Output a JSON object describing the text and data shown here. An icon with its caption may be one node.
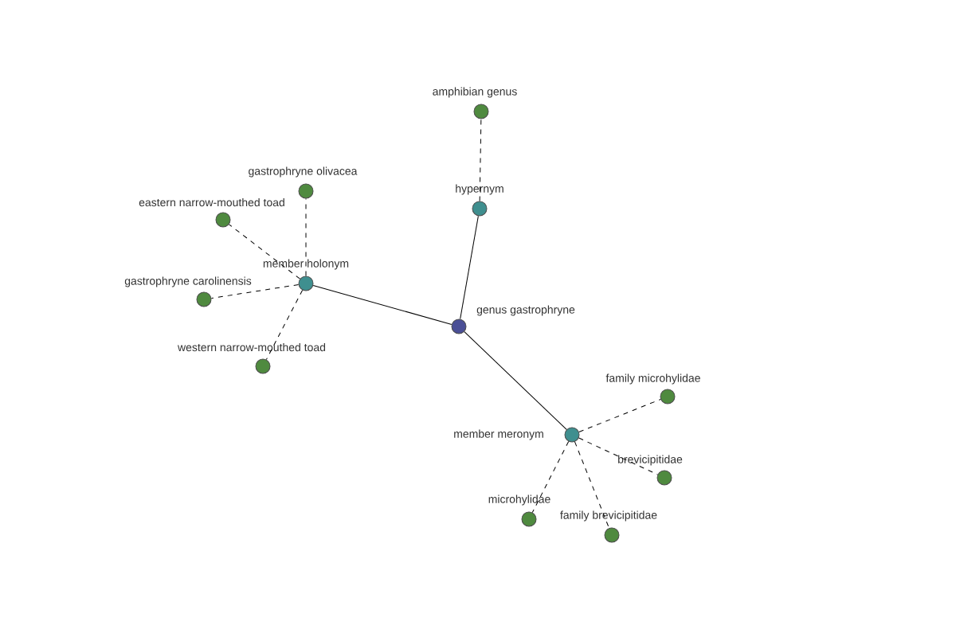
{
  "diagram": {
    "nodes": [
      {
        "text": [
          "genus gastrophryne"
        ]
      },
      {
        "text": [
          "hypernym"
        ]
      },
      {
        "text": [
          "amphibian genus"
        ]
      },
      {
        "text": [
          "member holonym"
        ]
      },
      {
        "text": [
          "gastrophryne olivacea"
        ]
      },
      {
        "text": [
          "eastern narrow-mouthed toad"
        ]
      },
      {
        "text": [
          "gastrophryne carolinensis"
        ]
      },
      {
        "text": [
          "western narrow-mouthed toad"
        ]
      },
      {
        "text": [
          "member meronym"
        ]
      },
      {
        "text": [
          "family microhylidae"
        ]
      },
      {
        "text": [
          "brevicipitidae"
        ]
      },
      {
        "text": [
          "microhylidae"
        ]
      },
      {
        "text": [
          "family brevicipitidae"
        ]
      }
    ],
    "edges": [
      {
        "from": 0,
        "to": 1,
        "arrow": "none"
      },
      {
        "from": 1,
        "to": 2,
        "arrow": "none",
        "style": "dashed"
      },
      {
        "from": 0,
        "to": 3,
        "arrow": "none"
      },
      {
        "from": 3,
        "to": 4,
        "arrow": "none",
        "style": "dashed"
      },
      {
        "from": 3,
        "to": 5,
        "arrow": "none",
        "style": "dashed"
      },
      {
        "from": 3,
        "to": 6,
        "arrow": "none",
        "style": "dashed"
      },
      {
        "from": 3,
        "to": 7,
        "arrow": "none",
        "style": "dashed"
      },
      {
        "from": 0,
        "to": 8,
        "arrow": "none"
      },
      {
        "from": 8,
        "to": 9,
        "arrow": "none",
        "style": "dashed"
      },
      {
        "from": 8,
        "to": 10,
        "arrow": "none",
        "style": "dashed"
      },
      {
        "from": 8,
        "to": 11,
        "arrow": "none",
        "style": "dashed"
      },
      {
        "from": 8,
        "to": 12,
        "arrow": "none",
        "style": "dashed"
      }
    ]
  }
}
